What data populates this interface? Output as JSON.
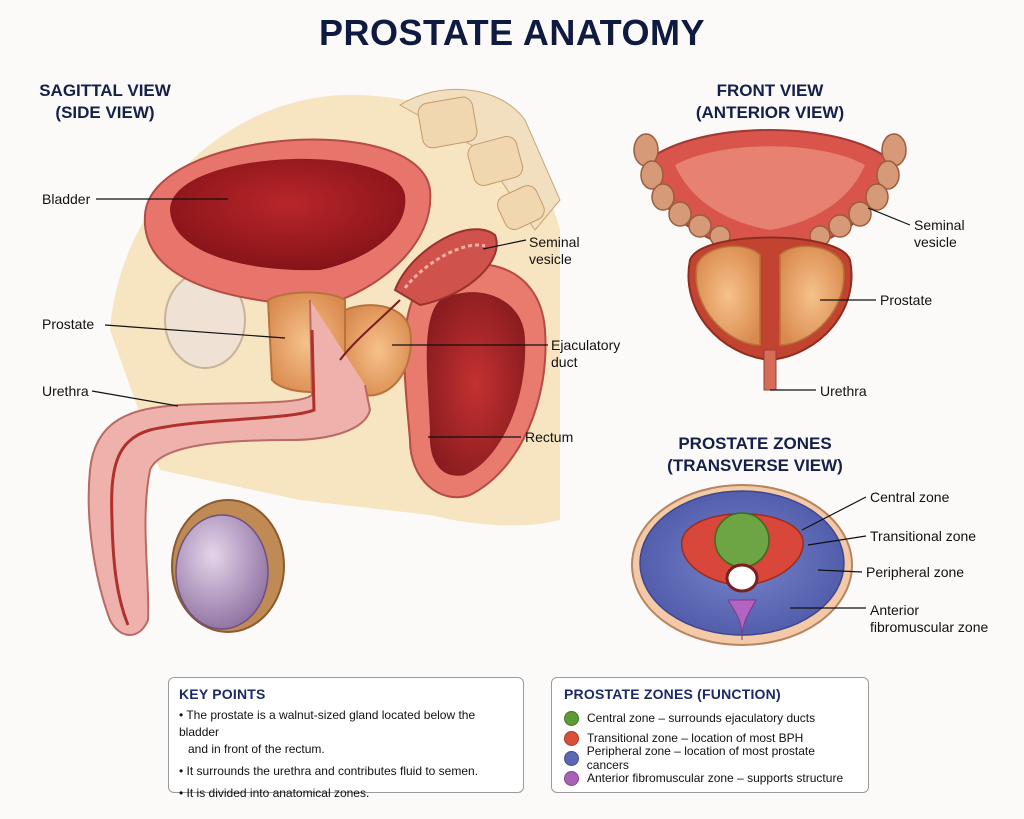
{
  "title": "PROSTATE ANATOMY",
  "sagittal": {
    "title_line1": "SAGITTAL VIEW",
    "title_line2": "(SIDE VIEW)",
    "labels": {
      "bladder": "Bladder",
      "prostate": "Prostate",
      "urethra": "Urethra",
      "seminal_1": "Seminal",
      "seminal_2": "vesicle",
      "ejac_1": "Ejaculatory",
      "ejac_2": "duct",
      "rectum": "Rectum"
    }
  },
  "front": {
    "title_line1": "FRONT VIEW",
    "title_line2": "(ANTERIOR VIEW)",
    "labels": {
      "seminal_1": "Seminal",
      "seminal_2": "vesicle",
      "prostate": "Prostate",
      "urethra": "Urethra"
    }
  },
  "zones": {
    "title_line1": "PROSTATE ZONES",
    "title_line2": "(TRANSVERSE VIEW)",
    "labels": {
      "central": "Central zone",
      "transitional": "Transitional zone",
      "peripheral": "Peripheral zone",
      "anterior_1": "Anterior",
      "anterior_2": "fibromuscular zone"
    }
  },
  "key_points": {
    "heading": "KEY POINTS",
    "items": [
      "• The prostate is a walnut-sized gland located below the bladder",
      "and in front of the rectum.",
      "• It surrounds the urethra and contributes fluid to semen.",
      "• It is divided into anatomical zones."
    ]
  },
  "zone_functions": {
    "heading": "PROSTATE ZONES (FUNCTION)",
    "items": [
      {
        "text": "Central zone – surrounds ejaculatory ducts",
        "color": "#5f9a35"
      },
      {
        "text": "Transitional zone – location of most BPH",
        "color": "#d9503a"
      },
      {
        "text": "Peripheral zone – location of most prostate cancers",
        "color": "#5b66b5"
      },
      {
        "text": "Anterior fibromuscular zone – supports structure",
        "color": "#a861b5"
      }
    ]
  }
}
